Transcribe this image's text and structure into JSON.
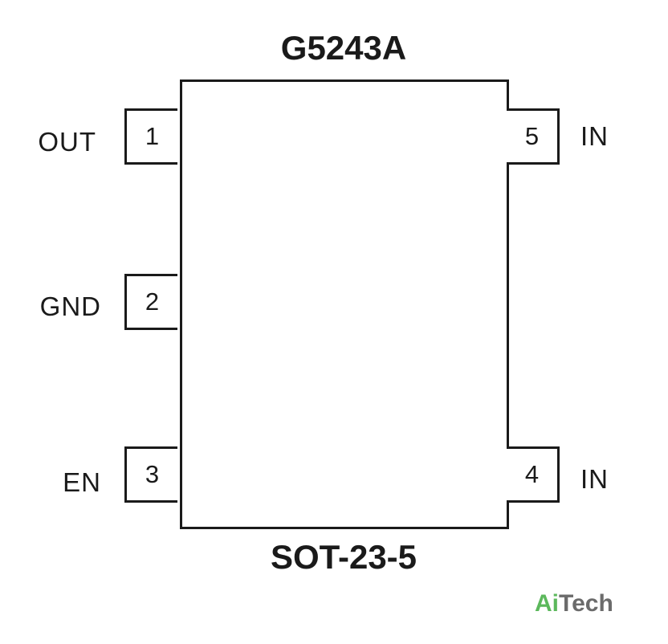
{
  "chip": {
    "title": "G5243A",
    "package": "SOT-23-5"
  },
  "pins": [
    {
      "number": "1",
      "name": "OUT"
    },
    {
      "number": "2",
      "name": "GND"
    },
    {
      "number": "3",
      "name": "EN"
    },
    {
      "number": "4",
      "name": "IN"
    },
    {
      "number": "5",
      "name": "IN"
    }
  ],
  "watermark": {
    "brand_a": "Ai",
    "brand_rest": "Tech",
    "color_accent": "#5cb85c",
    "color_text": "#6b6b6b"
  }
}
